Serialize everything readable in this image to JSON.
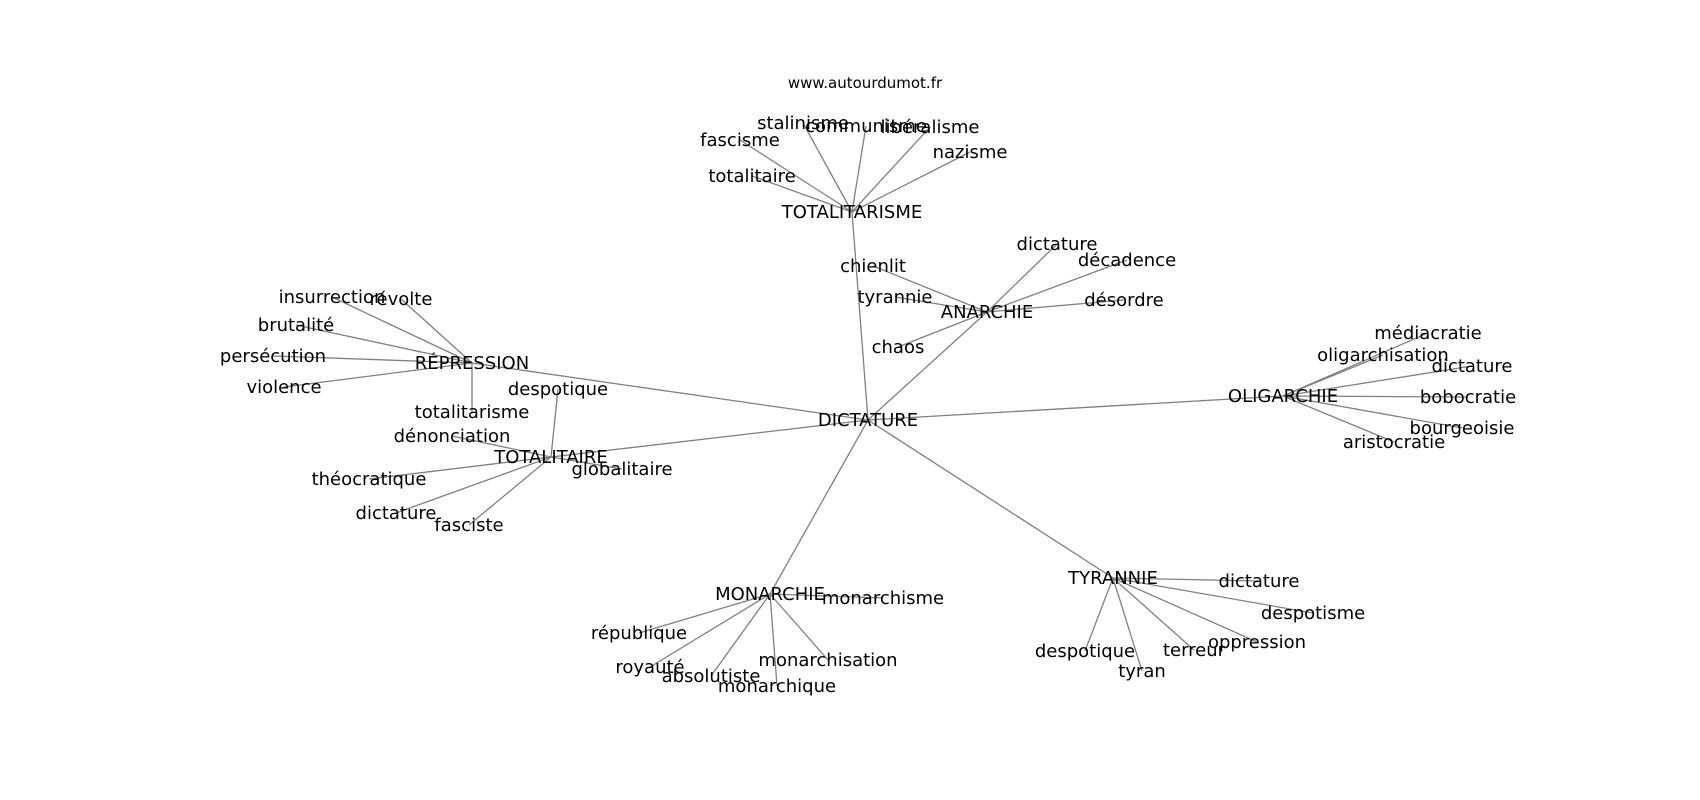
{
  "source": "www.autourdumot.fr",
  "graph": {
    "center": "DICTATURE",
    "clusters": [
      {
        "hub": "TOTALITARISME",
        "words": [
          "stalinisme",
          "communisme",
          "libéralisme",
          "fascisme",
          "nazisme",
          "totalitaire"
        ]
      },
      {
        "hub": "ANARCHIE",
        "words": [
          "dictature",
          "décadence",
          "chienlit",
          "tyrannie",
          "désordre",
          "chaos"
        ]
      },
      {
        "hub": "RÉPRESSION",
        "words": [
          "insurrection",
          "révolte",
          "brutalité",
          "persécution",
          "violence",
          "totalitarisme"
        ]
      },
      {
        "hub": "TOTALITAIRE",
        "words": [
          "despotique",
          "dénonciation",
          "globalitaire",
          "théocratique",
          "dictature",
          "fasciste"
        ]
      },
      {
        "hub": "OLIGARCHIE",
        "words": [
          "médiacratie",
          "oligarchisation",
          "dictature",
          "bobocratie",
          "bourgeoisie",
          "aristocratie"
        ]
      },
      {
        "hub": "MONARCHIE",
        "words": [
          "monarchisme",
          "république",
          "royauté",
          "absolutiste",
          "monarchisation",
          "monarchique"
        ]
      },
      {
        "hub": "TYRANNIE",
        "words": [
          "dictature",
          "despotisme",
          "oppression",
          "despotique",
          "terreur",
          "tyran"
        ]
      }
    ]
  }
}
